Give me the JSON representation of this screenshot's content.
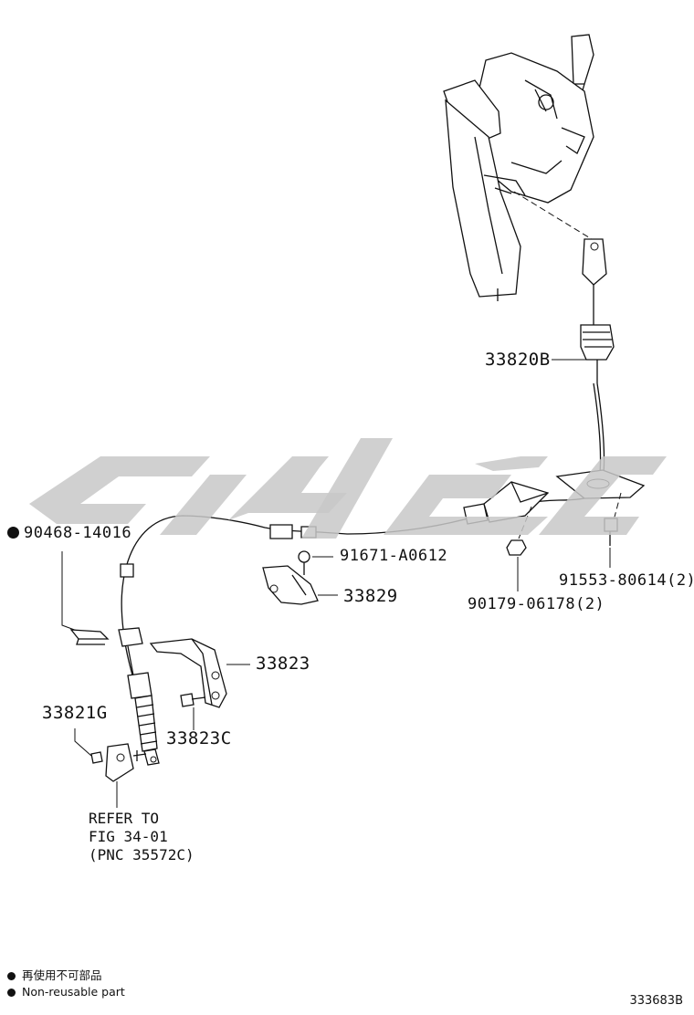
{
  "labels": {
    "cable_assy": "33820B",
    "clip": "90468-14016",
    "bolt_upper": "91671-A0612",
    "bracket_small": "33829",
    "nut_right": "90179-06178(2)",
    "bolt_right": "91553-80614(2)",
    "bracket": "33823",
    "retainer": "33821G",
    "bolt_lower": "33823C"
  },
  "refer_note": {
    "line1": "REFER TO",
    "line2": "FIG 34-01",
    "line3": "(PNC 35572C)"
  },
  "legend": {
    "chinese": "再使用不可部品",
    "english": "Non-reusable part"
  },
  "figure_code": "333683B",
  "marker_color": "#111111",
  "watermark_color": "#c8c8c8"
}
